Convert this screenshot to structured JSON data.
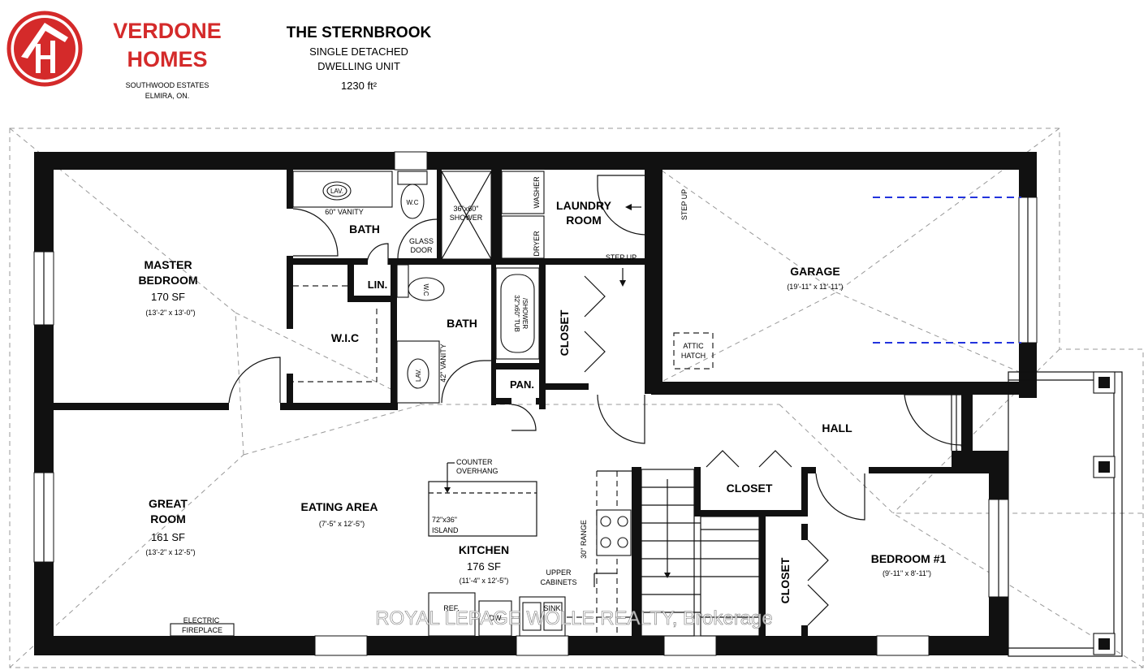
{
  "header": {
    "brand_line1": "VERDONE",
    "brand_line2": "HOMES",
    "location_line1": "SOUTHWOOD ESTATES",
    "location_line2": "ELMIRA, ON.",
    "model_name": "THE STERNBROOK",
    "model_type_line1": "SINGLE DETACHED",
    "model_type_line2": "DWELLING UNIT",
    "area": "1230 ft²",
    "brand_color": "#d42a2a"
  },
  "rooms": {
    "master_bedroom": {
      "name_line1": "MASTER",
      "name_line2": "BEDROOM",
      "area": "170 SF",
      "dims": "(13'-2\" x 13'-0\")"
    },
    "great_room": {
      "name_line1": "GREAT",
      "name_line2": "ROOM",
      "area": "161 SF",
      "dims": "(13'-2\" x 12'-5\")"
    },
    "eating_area": {
      "name": "EATING AREA",
      "dims": "(7'-5\" x 12'-5\")"
    },
    "kitchen": {
      "name": "KITCHEN",
      "area": "176 SF",
      "dims": "(11'-4\" x 12'-5\")"
    },
    "garage": {
      "name": "GARAGE",
      "dims": "(19'-11\" x 11'-11\")"
    },
    "bedroom1": {
      "name": "BEDROOM #1",
      "dims": "(9'-11\" x 8'-11\")"
    },
    "laundry": {
      "name_line1": "LAUNDRY",
      "name_line2": "ROOM"
    },
    "bath_ensuite": "BATH",
    "bath_main": "BATH",
    "wic": "W.I.C",
    "linen": "LIN.",
    "pantry": "PAN.",
    "closet_hall": "CLOSET",
    "closet_upper": "CLOSET",
    "closet_bedroom": "CLOSET",
    "hall": "HALL"
  },
  "fixtures": {
    "vanity60": "60\" VANITY",
    "lav": "LAV.",
    "wc": "W.C",
    "shower_line1": "36\"x60\"",
    "shower_line2": "SHOWER",
    "glass_line1": "GLASS",
    "glass_line2": "DOOR",
    "washer": "WASHER",
    "dryer": "DRYER",
    "step_up_laundry": "STEP UP",
    "step_up_garage": "STEP UP",
    "tub_line1": "32\"x60\" TUB",
    "tub_line2": "/SHOWER",
    "vanity42": "42\" VANITY",
    "attic_line1": "ATTIC",
    "attic_line2": "HATCH",
    "counter_line1": "COUNTER",
    "counter_line2": "OVERHANG",
    "island_line1": "72\"x36\"",
    "island_line2": "ISLAND",
    "range": "30\" RANGE",
    "upper_line1": "UPPER",
    "upper_line2": "CABINETS",
    "fridge": "REF.",
    "dishwasher": "DW",
    "sink": "SINK",
    "fireplace_line1": "ELECTRIC",
    "fireplace_line2": "FIREPLACE"
  },
  "watermark": "ROYAL LEPAGE WOLLE REALTY, Brokerage"
}
